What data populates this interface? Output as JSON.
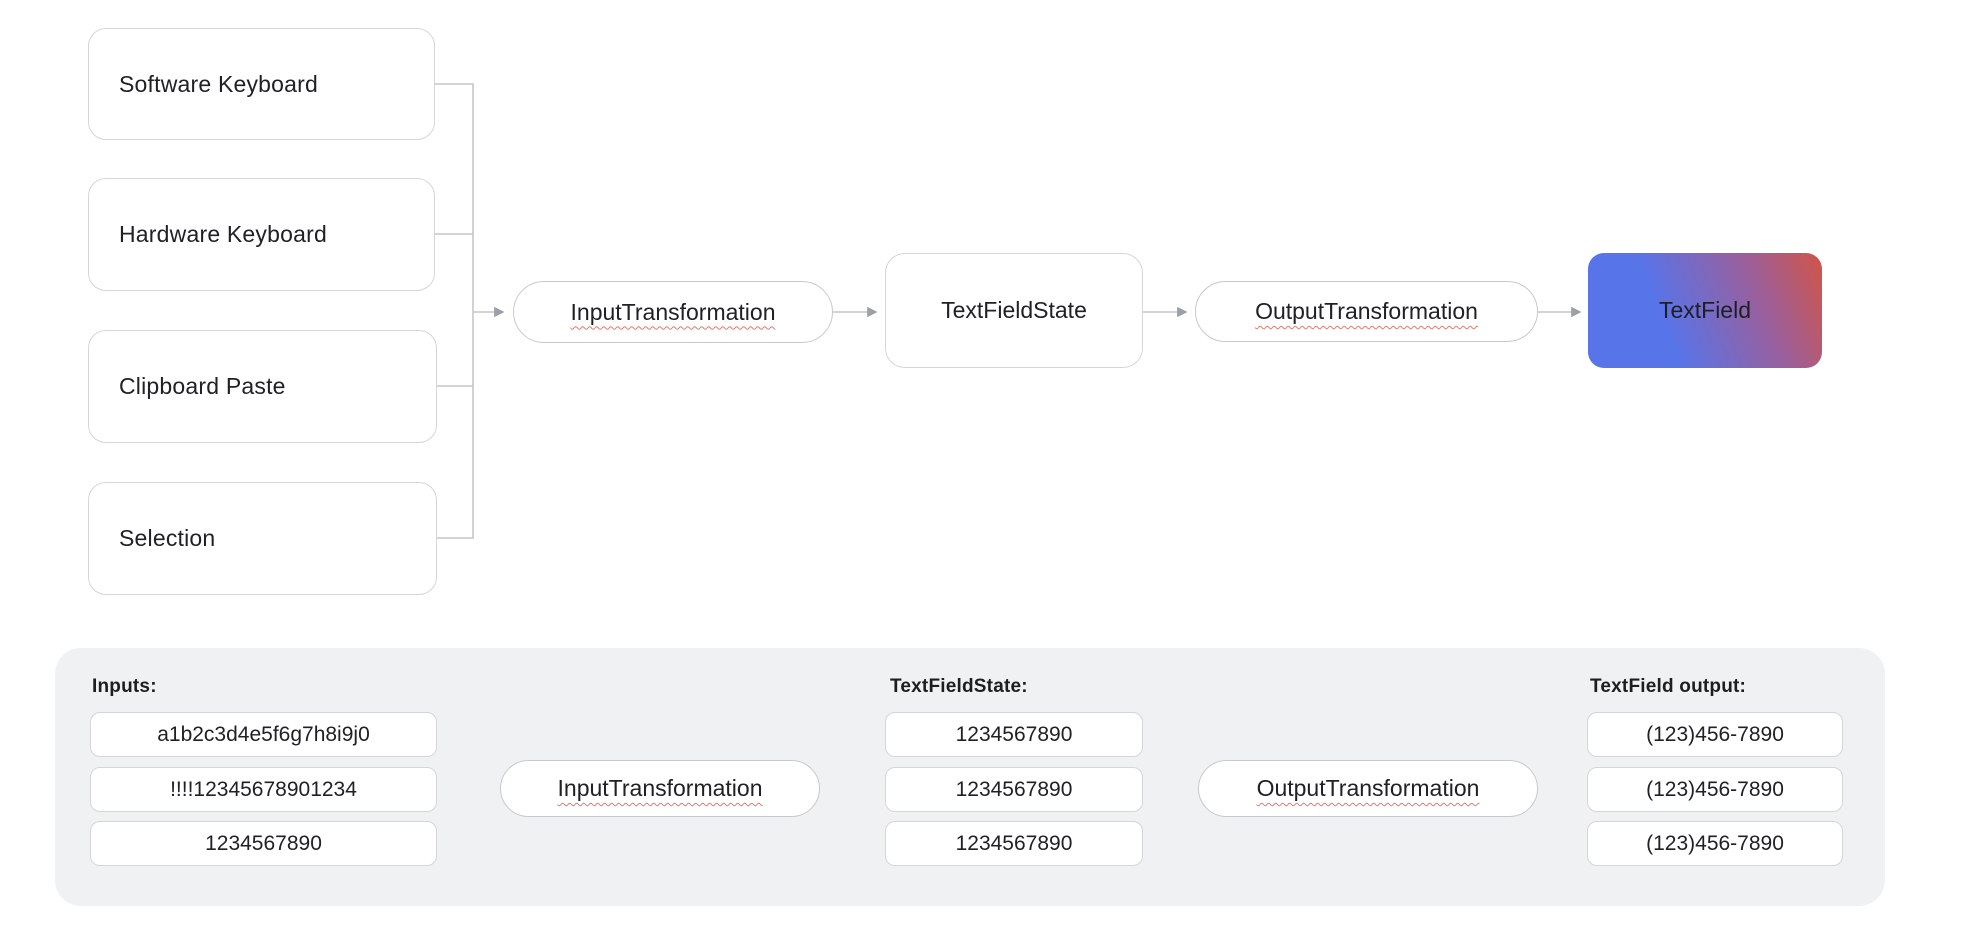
{
  "colors": {
    "underline": "#e0796d",
    "line": "#c3c6cb",
    "arrow": "#9aa0a6",
    "panel_bg": "#f0f1f3",
    "box_border": "#d4d6da",
    "pill_border": "#c6c9ce",
    "text": "#202124",
    "grad_start": "#5874e9",
    "grad_mid": "#9c5f9b",
    "grad_end": "#d15547"
  },
  "top": {
    "sources": [
      "Software Keyboard",
      "Hardware Keyboard",
      "Clipboard Paste",
      "Selection"
    ],
    "input_transformation": "InputTransformation",
    "text_field_state": "TextFieldState",
    "output_transformation": "OutputTransformation",
    "text_field": "TextField"
  },
  "bottom": {
    "inputs_label": "Inputs:",
    "inputs": [
      "a1b2c3d4e5f6g7h8i9j0",
      "!!!!12345678901234",
      "1234567890"
    ],
    "input_transformation": "InputTransformation",
    "state_label": "TextFieldState:",
    "states": [
      "1234567890",
      "1234567890",
      "1234567890"
    ],
    "output_transformation": "OutputTransformation",
    "output_label": "TextField output:",
    "outputs": [
      "(123)456-7890",
      "(123)456-7890",
      "(123)456-7890"
    ]
  }
}
